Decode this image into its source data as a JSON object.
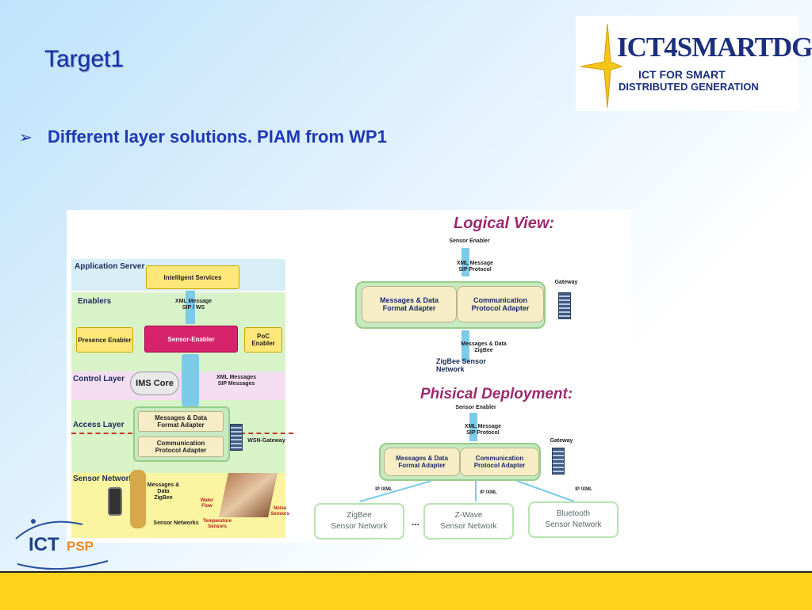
{
  "slide": {
    "title": "Target1",
    "bullet": "Different layer solutions. PIAM from WP1"
  },
  "logo_top": {
    "name": "ICT4SMARTDG",
    "line1": "ICT FOR SMART",
    "line2": "DISTRIBUTED GENERATION"
  },
  "logo_bottom": {
    "name_a": "ICT",
    "name_b": "PSP"
  },
  "left_diagram": {
    "layers": {
      "application_server": "Application Server",
      "enablers": "Enablers",
      "control_layer": "Control Layer",
      "access_layer": "Access Layer",
      "sensor_networks": "Sensor Networks"
    },
    "intelligent_services": "Intelligent Services",
    "xml_msg": "XML Message",
    "sip_ws": "SIP / WS",
    "presence_enabler": "Presence Enabler",
    "sensor_enabler": "Sensor-Enabler",
    "poc_enabler": "PoC Enabler",
    "ims_core": "IMS Core",
    "xml_messages": "XML Messages",
    "sip_messages": "SIP Messages",
    "msg_adapter_l1": "Messages & Data",
    "msg_adapter_l2": "Format Adapter",
    "comm_adapter_l1": "Communication",
    "comm_adapter_l2": "Protocol Adapter",
    "wsn_gateway": "WSN-Gateway",
    "msg_data": "Messages & Data",
    "zigbee": "ZigBee",
    "sensor_nets": "Sensor Networks",
    "water_flow": "Water Flow",
    "temp_sensors": "Temperature Sensors",
    "noise_sensors": "Noise Sensors"
  },
  "right_diagram": {
    "logical_view": "Logical View:",
    "sensor_enabler_1": "Sensor Enabler",
    "xml_message_1": "XML Message",
    "sip_protocol_1": "SIP Protocol",
    "gateway_1": "Gateway",
    "msg_adapter_l1": "Messages & Data",
    "msg_adapter_l2": "Format Adapter",
    "comm_adapter_l1": "Communication",
    "comm_adapter_l2": "Protocol Adapter",
    "msg_data": "Messages & Data",
    "zigbee_small": "ZigBee",
    "zigbee_sensor_l1": "ZigBee Sensor",
    "zigbee_sensor_l2": "Network",
    "phisical_deployment": "Phisical Deployment:",
    "sensor_enabler_2": "Sensor Enabler",
    "xml_message_2": "XML Message",
    "sip_protocol_2": "SIP Protocol",
    "gateway_2": "Gateway",
    "ip_xml": "IP /XML",
    "ellipsis": "...",
    "networks": [
      {
        "l1": "ZigBee",
        "l2": "Sensor Network"
      },
      {
        "l1": "Z-Wave",
        "l2": "Sensor Network"
      },
      {
        "l1": "Bluetooth",
        "l2": "Sensor Network"
      }
    ]
  }
}
